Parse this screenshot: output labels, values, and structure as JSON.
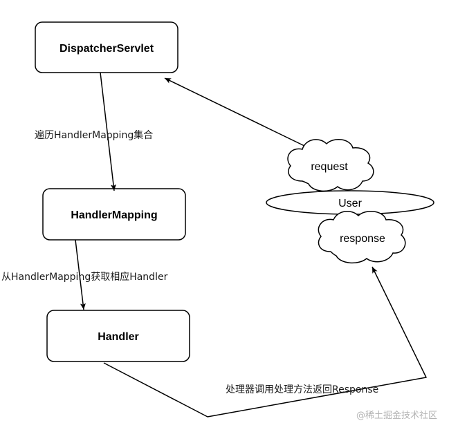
{
  "nodes": {
    "dispatcher": {
      "label": "DispatcherServlet"
    },
    "handler_mapping": {
      "label": "HandlerMapping"
    },
    "handler": {
      "label": "Handler"
    }
  },
  "edges": {
    "iterate": {
      "label": "遍历HandlerMapping集合"
    },
    "obtain": {
      "label": "从HandlerMapping获取相应Handler"
    },
    "respond": {
      "label": "处理器调用处理方法返回Response"
    }
  },
  "user": {
    "request": "request",
    "user": "User",
    "response": "response"
  },
  "watermark": "@稀土掘金技术社区"
}
